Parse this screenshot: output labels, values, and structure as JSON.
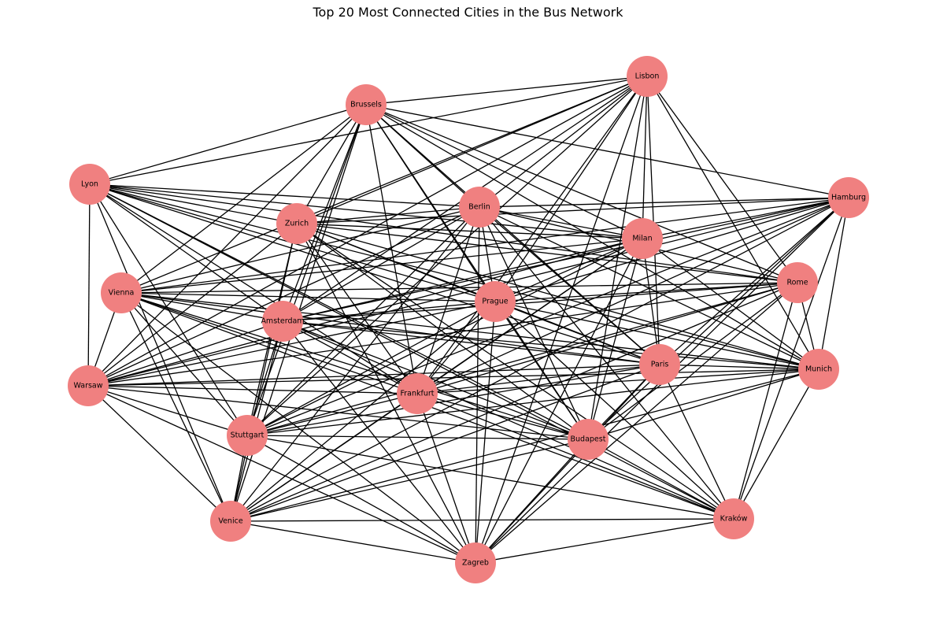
{
  "title": "Top 20 Most Connected Cities in the Bus Network",
  "node_color": "#f08080",
  "edge_color": "#000000",
  "nodes": [
    "Lisbon",
    "Brussels",
    "Lyon",
    "Hamburg",
    "Berlin",
    "Zurich",
    "Milan",
    "Vienna",
    "Rome",
    "Prague",
    "Amsterdam",
    "Paris",
    "Munich",
    "Warsaw",
    "Frankfurt",
    "Stuttgart",
    "Budapest",
    "Venice",
    "Kraków",
    "Zagreb"
  ],
  "edges": [
    [
      "Lisbon",
      "Brussels"
    ],
    [
      "Lisbon",
      "Lyon"
    ],
    [
      "Lisbon",
      "Berlin"
    ],
    [
      "Lisbon",
      "Zurich"
    ],
    [
      "Lisbon",
      "Milan"
    ],
    [
      "Lisbon",
      "Vienna"
    ],
    [
      "Lisbon",
      "Rome"
    ],
    [
      "Lisbon",
      "Prague"
    ],
    [
      "Lisbon",
      "Amsterdam"
    ],
    [
      "Lisbon",
      "Paris"
    ],
    [
      "Lisbon",
      "Munich"
    ],
    [
      "Lisbon",
      "Warsaw"
    ],
    [
      "Lisbon",
      "Frankfurt"
    ],
    [
      "Lisbon",
      "Stuttgart"
    ],
    [
      "Lisbon",
      "Budapest"
    ],
    [
      "Lisbon",
      "Zagreb"
    ],
    [
      "Brussels",
      "Lyon"
    ],
    [
      "Brussels",
      "Hamburg"
    ],
    [
      "Brussels",
      "Berlin"
    ],
    [
      "Brussels",
      "Zurich"
    ],
    [
      "Brussels",
      "Milan"
    ],
    [
      "Brussels",
      "Vienna"
    ],
    [
      "Brussels",
      "Rome"
    ],
    [
      "Brussels",
      "Prague"
    ],
    [
      "Brussels",
      "Amsterdam"
    ],
    [
      "Brussels",
      "Paris"
    ],
    [
      "Brussels",
      "Munich"
    ],
    [
      "Brussels",
      "Warsaw"
    ],
    [
      "Brussels",
      "Frankfurt"
    ],
    [
      "Brussels",
      "Stuttgart"
    ],
    [
      "Brussels",
      "Budapest"
    ],
    [
      "Brussels",
      "Venice"
    ],
    [
      "Lyon",
      "Berlin"
    ],
    [
      "Lyon",
      "Zurich"
    ],
    [
      "Lyon",
      "Milan"
    ],
    [
      "Lyon",
      "Rome"
    ],
    [
      "Lyon",
      "Prague"
    ],
    [
      "Lyon",
      "Amsterdam"
    ],
    [
      "Lyon",
      "Paris"
    ],
    [
      "Lyon",
      "Munich"
    ],
    [
      "Lyon",
      "Warsaw"
    ],
    [
      "Lyon",
      "Frankfurt"
    ],
    [
      "Lyon",
      "Stuttgart"
    ],
    [
      "Lyon",
      "Budapest"
    ],
    [
      "Lyon",
      "Venice"
    ],
    [
      "Lyon",
      "Kraków"
    ],
    [
      "Hamburg",
      "Berlin"
    ],
    [
      "Hamburg",
      "Zurich"
    ],
    [
      "Hamburg",
      "Milan"
    ],
    [
      "Hamburg",
      "Vienna"
    ],
    [
      "Hamburg",
      "Prague"
    ],
    [
      "Hamburg",
      "Amsterdam"
    ],
    [
      "Hamburg",
      "Paris"
    ],
    [
      "Hamburg",
      "Munich"
    ],
    [
      "Hamburg",
      "Warsaw"
    ],
    [
      "Hamburg",
      "Frankfurt"
    ],
    [
      "Hamburg",
      "Stuttgart"
    ],
    [
      "Hamburg",
      "Budapest"
    ],
    [
      "Hamburg",
      "Venice"
    ],
    [
      "Hamburg",
      "Kraków"
    ],
    [
      "Hamburg",
      "Zagreb"
    ],
    [
      "Berlin",
      "Zurich"
    ],
    [
      "Berlin",
      "Milan"
    ],
    [
      "Berlin",
      "Vienna"
    ],
    [
      "Berlin",
      "Rome"
    ],
    [
      "Berlin",
      "Prague"
    ],
    [
      "Berlin",
      "Amsterdam"
    ],
    [
      "Berlin",
      "Paris"
    ],
    [
      "Berlin",
      "Munich"
    ],
    [
      "Berlin",
      "Warsaw"
    ],
    [
      "Berlin",
      "Frankfurt"
    ],
    [
      "Berlin",
      "Stuttgart"
    ],
    [
      "Berlin",
      "Budapest"
    ],
    [
      "Berlin",
      "Venice"
    ],
    [
      "Berlin",
      "Kraków"
    ],
    [
      "Berlin",
      "Zagreb"
    ],
    [
      "Zurich",
      "Milan"
    ],
    [
      "Zurich",
      "Rome"
    ],
    [
      "Zurich",
      "Prague"
    ],
    [
      "Zurich",
      "Paris"
    ],
    [
      "Zurich",
      "Munich"
    ],
    [
      "Zurich",
      "Warsaw"
    ],
    [
      "Zurich",
      "Frankfurt"
    ],
    [
      "Zurich",
      "Stuttgart"
    ],
    [
      "Zurich",
      "Budapest"
    ],
    [
      "Zurich",
      "Venice"
    ],
    [
      "Zurich",
      "Kraków"
    ],
    [
      "Zurich",
      "Zagreb"
    ],
    [
      "Milan",
      "Vienna"
    ],
    [
      "Milan",
      "Prague"
    ],
    [
      "Milan",
      "Amsterdam"
    ],
    [
      "Milan",
      "Paris"
    ],
    [
      "Milan",
      "Munich"
    ],
    [
      "Milan",
      "Warsaw"
    ],
    [
      "Milan",
      "Frankfurt"
    ],
    [
      "Milan",
      "Stuttgart"
    ],
    [
      "Milan",
      "Budapest"
    ],
    [
      "Milan",
      "Venice"
    ],
    [
      "Milan",
      "Zagreb"
    ],
    [
      "Vienna",
      "Rome"
    ],
    [
      "Vienna",
      "Prague"
    ],
    [
      "Vienna",
      "Amsterdam"
    ],
    [
      "Vienna",
      "Paris"
    ],
    [
      "Vienna",
      "Munich"
    ],
    [
      "Vienna",
      "Warsaw"
    ],
    [
      "Vienna",
      "Frankfurt"
    ],
    [
      "Vienna",
      "Stuttgart"
    ],
    [
      "Vienna",
      "Budapest"
    ],
    [
      "Vienna",
      "Venice"
    ],
    [
      "Vienna",
      "Kraków"
    ],
    [
      "Vienna",
      "Zagreb"
    ],
    [
      "Rome",
      "Prague"
    ],
    [
      "Rome",
      "Amsterdam"
    ],
    [
      "Rome",
      "Munich"
    ],
    [
      "Rome",
      "Warsaw"
    ],
    [
      "Rome",
      "Frankfurt"
    ],
    [
      "Rome",
      "Stuttgart"
    ],
    [
      "Rome",
      "Budapest"
    ],
    [
      "Rome",
      "Venice"
    ],
    [
      "Rome",
      "Kraków"
    ],
    [
      "Rome",
      "Zagreb"
    ],
    [
      "Prague",
      "Amsterdam"
    ],
    [
      "Prague",
      "Paris"
    ],
    [
      "Prague",
      "Munich"
    ],
    [
      "Prague",
      "Warsaw"
    ],
    [
      "Prague",
      "Frankfurt"
    ],
    [
      "Prague",
      "Stuttgart"
    ],
    [
      "Prague",
      "Budapest"
    ],
    [
      "Prague",
      "Venice"
    ],
    [
      "Prague",
      "Kraków"
    ],
    [
      "Prague",
      "Zagreb"
    ],
    [
      "Amsterdam",
      "Paris"
    ],
    [
      "Amsterdam",
      "Munich"
    ],
    [
      "Amsterdam",
      "Warsaw"
    ],
    [
      "Amsterdam",
      "Frankfurt"
    ],
    [
      "Amsterdam",
      "Stuttgart"
    ],
    [
      "Amsterdam",
      "Budapest"
    ],
    [
      "Amsterdam",
      "Venice"
    ],
    [
      "Amsterdam",
      "Kraków"
    ],
    [
      "Amsterdam",
      "Zagreb"
    ],
    [
      "Paris",
      "Munich"
    ],
    [
      "Paris",
      "Warsaw"
    ],
    [
      "Paris",
      "Frankfurt"
    ],
    [
      "Paris",
      "Stuttgart"
    ],
    [
      "Paris",
      "Budapest"
    ],
    [
      "Paris",
      "Venice"
    ],
    [
      "Paris",
      "Kraków"
    ],
    [
      "Paris",
      "Zagreb"
    ],
    [
      "Munich",
      "Warsaw"
    ],
    [
      "Munich",
      "Frankfurt"
    ],
    [
      "Munich",
      "Stuttgart"
    ],
    [
      "Munich",
      "Budapest"
    ],
    [
      "Munich",
      "Venice"
    ],
    [
      "Munich",
      "Kraków"
    ],
    [
      "Warsaw",
      "Frankfurt"
    ],
    [
      "Warsaw",
      "Stuttgart"
    ],
    [
      "Warsaw",
      "Budapest"
    ],
    [
      "Warsaw",
      "Venice"
    ],
    [
      "Warsaw",
      "Zagreb"
    ],
    [
      "Frankfurt",
      "Stuttgart"
    ],
    [
      "Frankfurt",
      "Budapest"
    ],
    [
      "Frankfurt",
      "Venice"
    ],
    [
      "Frankfurt",
      "Kraków"
    ],
    [
      "Frankfurt",
      "Zagreb"
    ],
    [
      "Stuttgart",
      "Budapest"
    ],
    [
      "Stuttgart",
      "Venice"
    ],
    [
      "Stuttgart",
      "Kraków"
    ],
    [
      "Stuttgart",
      "Zagreb"
    ],
    [
      "Budapest",
      "Venice"
    ],
    [
      "Budapest",
      "Kraków"
    ],
    [
      "Budapest",
      "Zagreb"
    ],
    [
      "Venice",
      "Kraków"
    ],
    [
      "Venice",
      "Zagreb"
    ],
    [
      "Kraków",
      "Zagreb"
    ]
  ]
}
